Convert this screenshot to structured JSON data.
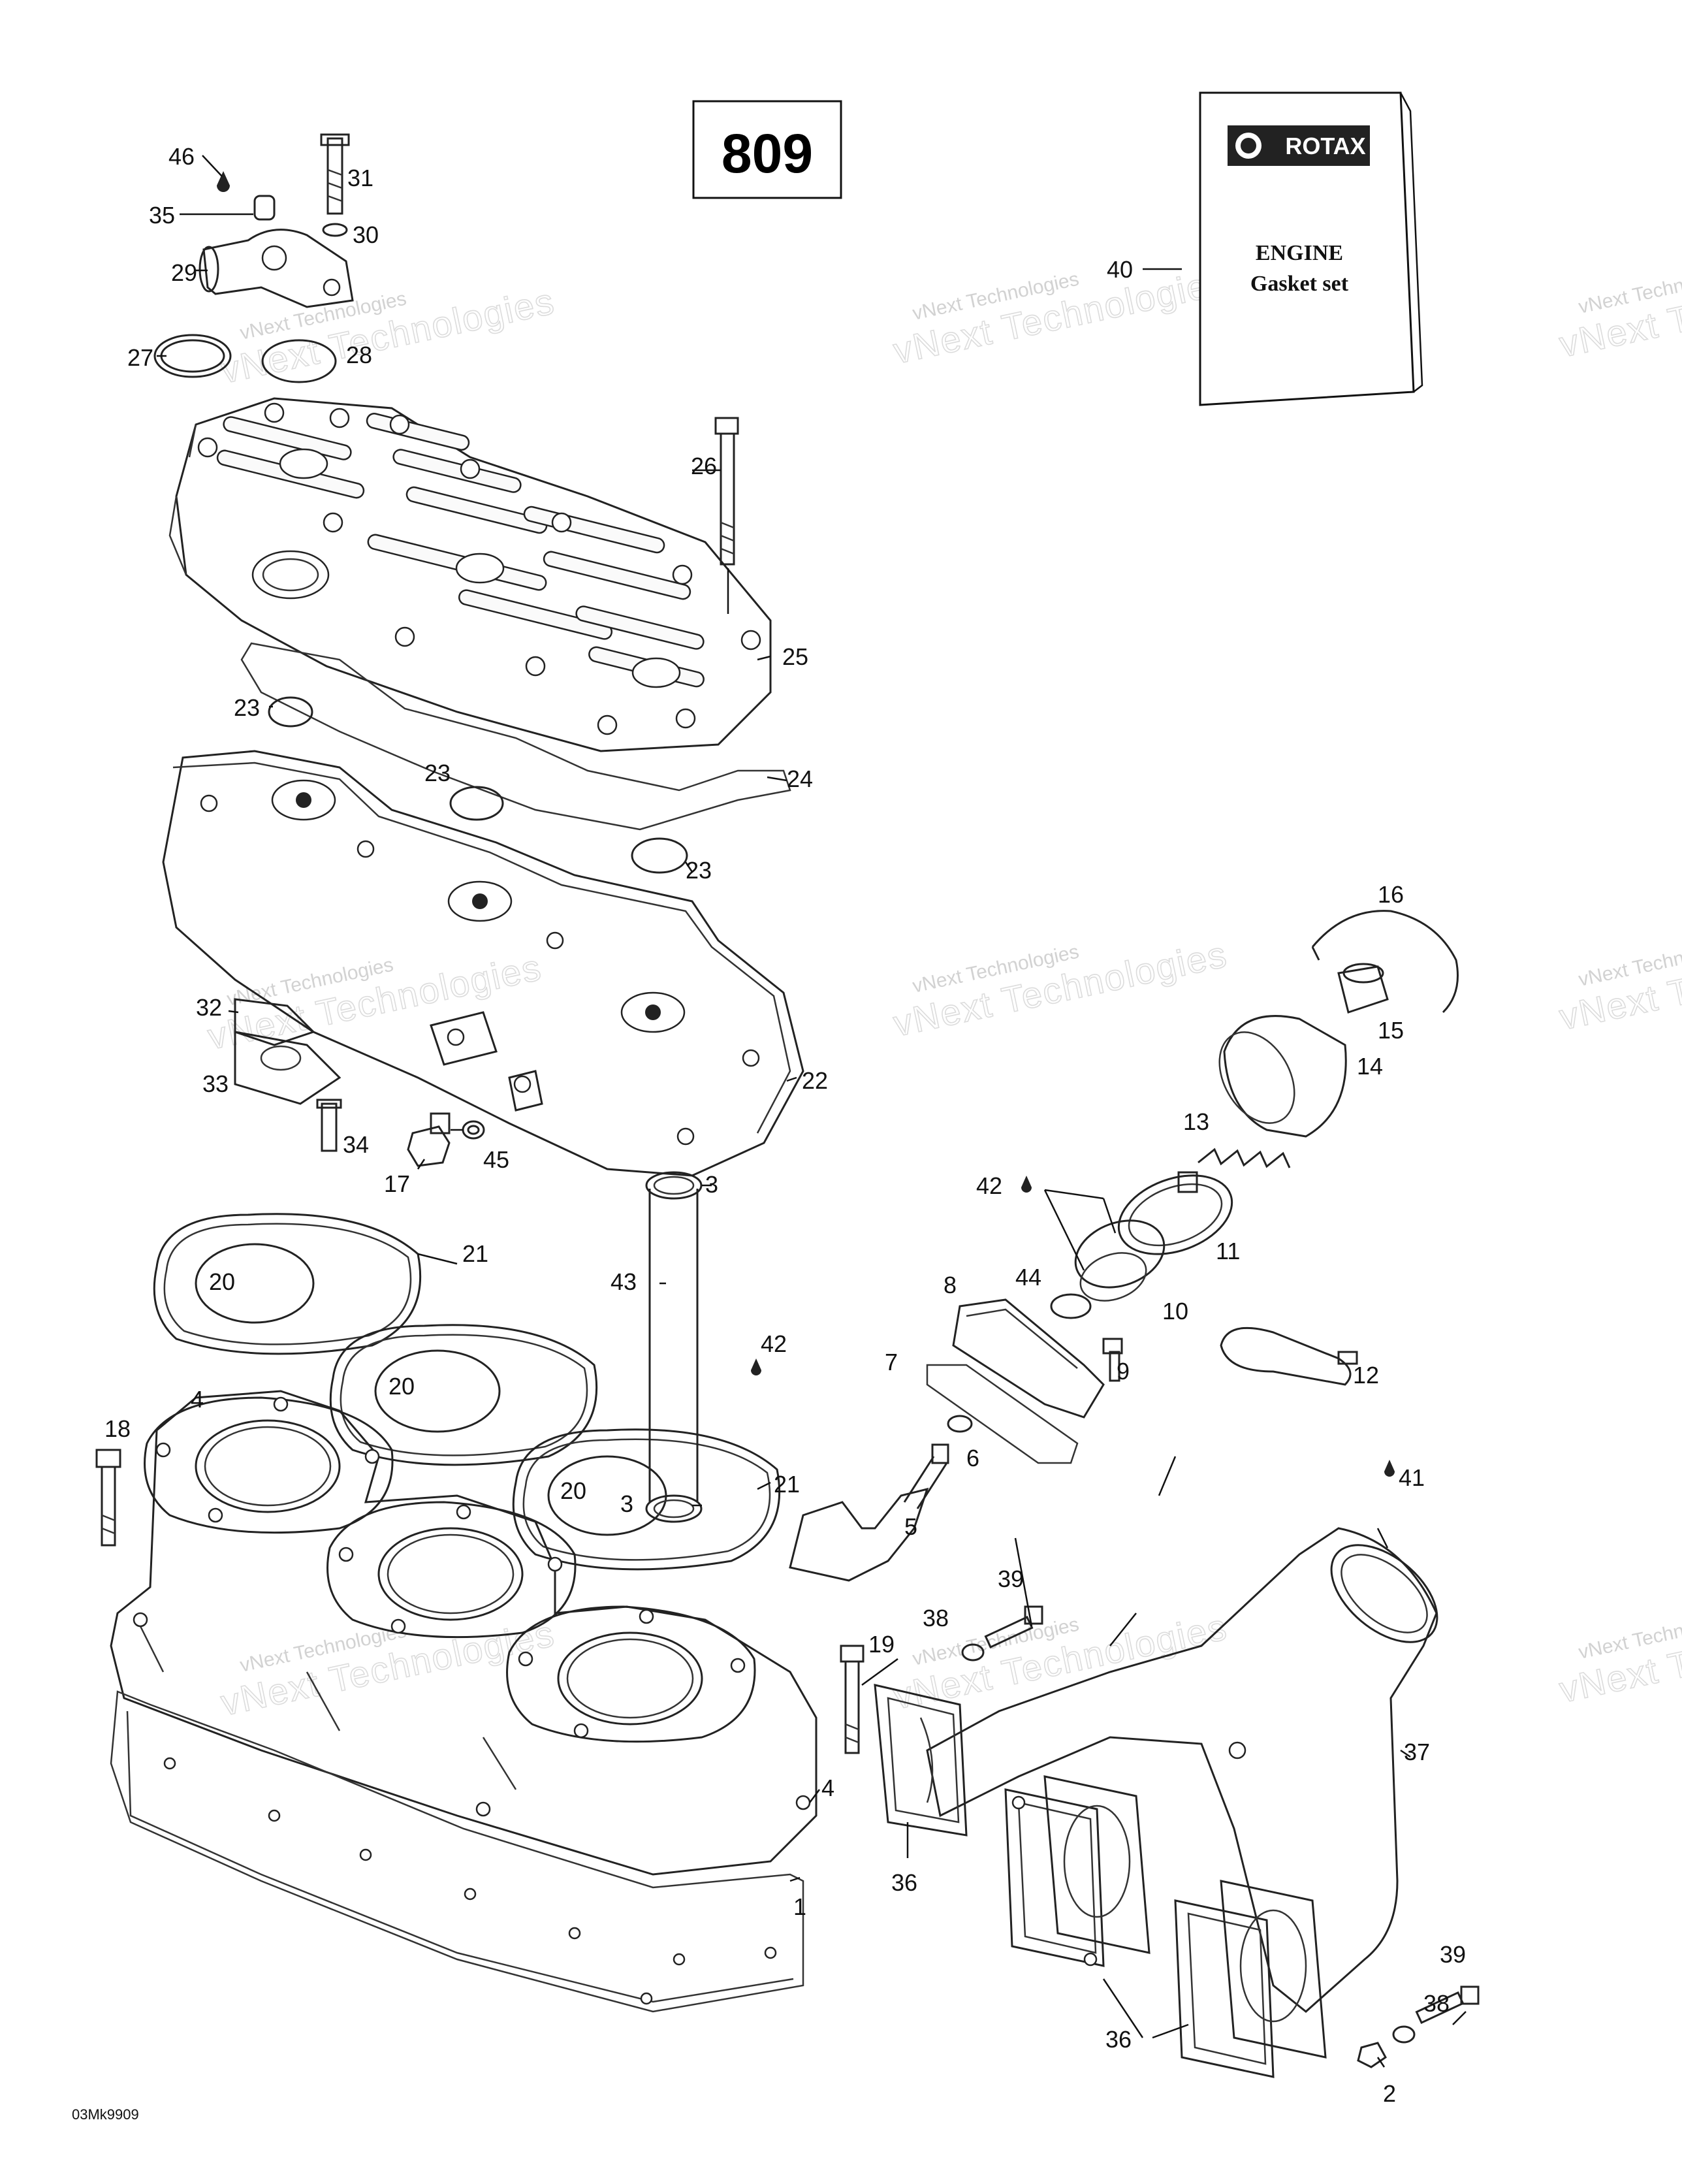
{
  "reference_number": "809",
  "image_code": "03Mk9909",
  "gasket_set_box": {
    "brand": "ROTAX",
    "line1": "ENGINE",
    "line2": "Gasket set"
  },
  "watermark": {
    "line1": "vNext Technologies",
    "line2": "vNext Technologies"
  },
  "callouts": [
    "1",
    "2",
    "3",
    "3",
    "4",
    "4",
    "5",
    "6",
    "7",
    "8",
    "9",
    "10",
    "11",
    "12",
    "13",
    "14",
    "15",
    "16",
    "17",
    "18",
    "19",
    "20",
    "20",
    "20",
    "21",
    "21",
    "22",
    "23",
    "23",
    "23",
    "24",
    "25",
    "26",
    "27",
    "28",
    "29",
    "30",
    "31",
    "32",
    "33",
    "34",
    "35",
    "36",
    "36",
    "37",
    "38",
    "38",
    "39",
    "39",
    "40",
    "41",
    "42",
    "42",
    "43",
    "44",
    "45",
    "46"
  ]
}
